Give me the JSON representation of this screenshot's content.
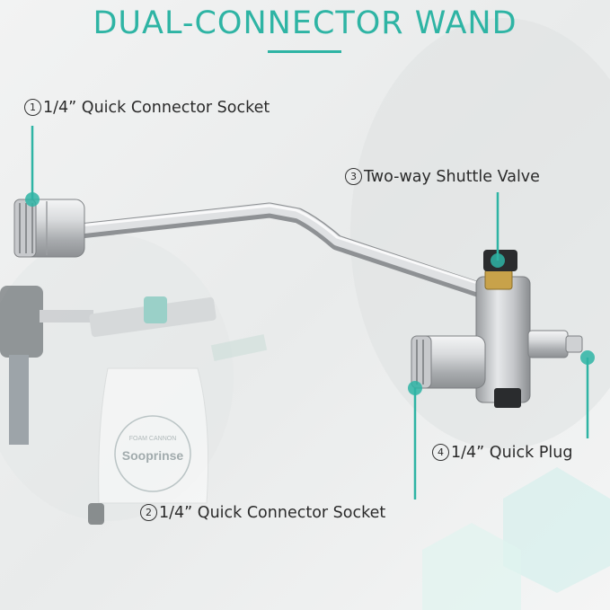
{
  "title": "DUAL-CONNECTOR WAND",
  "callouts": [
    {
      "num": "1",
      "text": "1/4” Quick Connector Socket"
    },
    {
      "num": "2",
      "text": "1/4” Quick Connector Socket"
    },
    {
      "num": "3",
      "text": "Two-way Shuttle Valve"
    },
    {
      "num": "4",
      "text": "1/4” Quick Plug"
    }
  ],
  "bottle": {
    "brand": "Sooprinse",
    "ring_text": "FOAM CANNON"
  },
  "colors": {
    "accent": "#2eb4a4",
    "background": "#f3f4f4",
    "metal": "#c9cbcd"
  }
}
